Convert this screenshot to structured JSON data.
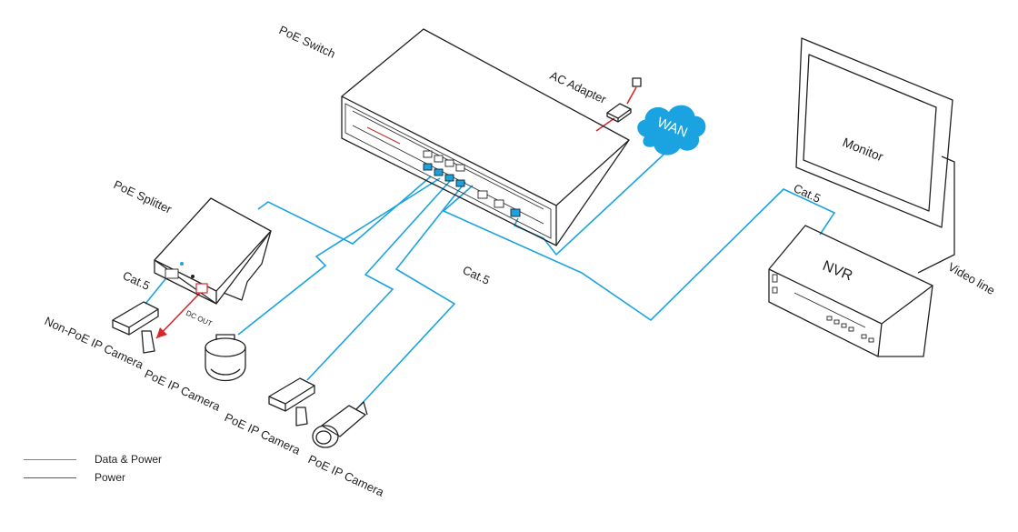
{
  "labels": {
    "poe_switch": "PoE Switch",
    "ac_adapter": "AC Adapter",
    "wan": "WAN",
    "monitor": "Monitor",
    "nvr": "NVR",
    "video_line": "Video line",
    "poe_splitter": "PoE Splitter",
    "cat5_splitter": "Cat.5",
    "cat5_center": "Cat.5",
    "cat5_nvr": "Cat.5",
    "dc_out": "DC OUT",
    "cam_non_poe": "Non-PoE IP Camera",
    "cam_poe_1": "PoE IP Camera",
    "cam_poe_2": "PoE IP Camera",
    "cam_poe_3": "PoE IP Camera"
  },
  "legend": [
    {
      "label": "Data & Power",
      "color": "#1aa3e0"
    },
    {
      "label": "Power",
      "color": "#d9262a"
    }
  ],
  "colors": {
    "data_power": "#1aa3e0",
    "power": "#d9262a",
    "wan_cloud": "#1aa3e0"
  }
}
